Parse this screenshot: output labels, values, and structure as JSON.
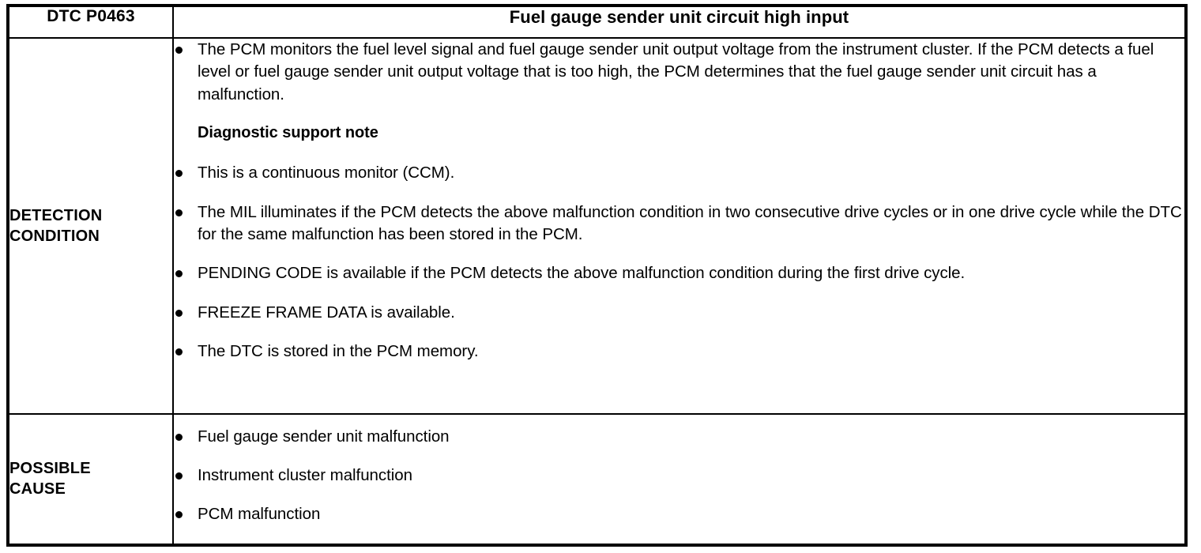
{
  "table": {
    "header": {
      "dtc_code": "DTC P0463",
      "title": "Fuel gauge sender unit circuit high input"
    },
    "rows": [
      {
        "label": "DETECTION\nCONDITION",
        "items": [
          {
            "kind": "bullet",
            "text": "The PCM monitors the fuel level signal and fuel gauge sender unit output voltage from the instrument cluster. If the PCM detects a fuel level or fuel gauge sender unit output voltage that is too high, the PCM determines that the fuel gauge sender unit circuit has a malfunction."
          },
          {
            "kind": "note",
            "text": "Diagnostic support note"
          },
          {
            "kind": "bullet",
            "text": "This is a continuous monitor (CCM)."
          },
          {
            "kind": "bullet",
            "text": "The MIL illuminates if the PCM detects the above malfunction condition in two consecutive drive cycles or in one drive cycle while the DTC for the same malfunction has been stored in the PCM."
          },
          {
            "kind": "bullet",
            "text": "PENDING CODE is available if the PCM detects the above malfunction condition during the first drive cycle."
          },
          {
            "kind": "bullet",
            "text": "FREEZE FRAME DATA is available."
          },
          {
            "kind": "bullet",
            "text": "The DTC is stored in the PCM memory."
          }
        ]
      },
      {
        "label": "POSSIBLE\nCAUSE",
        "items": [
          {
            "kind": "bullet",
            "text": "Fuel gauge sender unit malfunction"
          },
          {
            "kind": "bullet",
            "text": "Instrument cluster malfunction"
          },
          {
            "kind": "bullet",
            "text": "PCM malfunction"
          }
        ]
      }
    ]
  },
  "colors": {
    "border": "#000000",
    "text": "#000000",
    "background": "#ffffff"
  }
}
